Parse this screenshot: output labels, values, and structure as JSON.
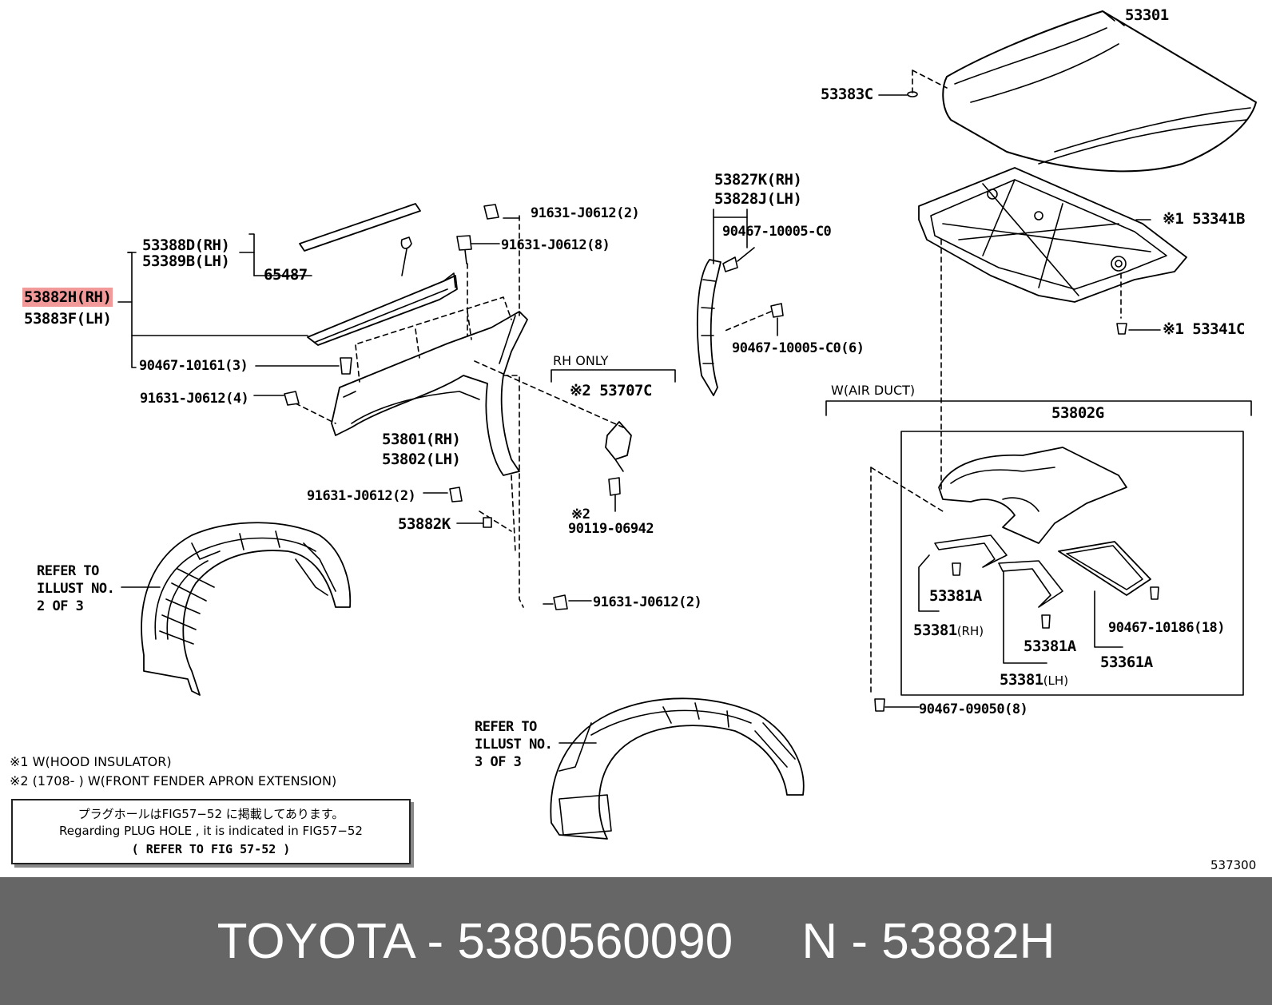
{
  "labels": {
    "p53301": "53301",
    "p53383c": "53383C",
    "p53341b": "※1 53341B",
    "p53341c": "※1 53341C",
    "p53827k": "53827K(RH)",
    "p53828j": "53828J(LH)",
    "p90467_10005_c0": "90467-10005-C0",
    "p90467_10005_c0_6": "90467-10005-C0(6)",
    "rh_only": "RH ONLY",
    "p53707c": "※2 53707C",
    "p90119_mark": "※2",
    "p90119": "90119-06942",
    "p91631_2a": "91631-J0612(2)",
    "p91631_8": "91631-J0612(8)",
    "p91631_4": "91631-J0612(4)",
    "p91631_2b": "91631-J0612(2)",
    "p91631_2c": "91631-J0612(2)",
    "p53388d": "53388D(RH)",
    "p53389b": "53389B(LH)",
    "p65487": "65487",
    "p53882h": "53882H(RH)",
    "p53883f": "53883F(LH)",
    "p90467_10161": "90467-10161(3)",
    "p53801": "53801(RH)",
    "p53802": "53802(LH)",
    "p53882k": "53882K",
    "w_air_duct": "W(AIR DUCT)",
    "p53802g": "53802G",
    "p53381a_1": "53381A",
    "p53381_rh": "53381",
    "p53381_rh_tag": "(RH)",
    "p53381a_2": "53381A",
    "p53381_lh": "53381",
    "p53381_lh_tag": "(LH)",
    "p90467_10186": "90467-10186(18)",
    "p53361a": "53361A",
    "p90467_09050": "90467-09050(8)",
    "refer1_a": "REFER TO",
    "refer1_b": "ILLUST NO.",
    "refer1_c": "2 OF 3",
    "refer2_a": "REFER TO",
    "refer2_b": "ILLUST NO.",
    "refer2_c": "3 OF 3",
    "note1": "※1 W(HOOD INSULATOR)",
    "note2": "※2 (1708-       ) W(FRONT FENDER APRON EXTENSION)",
    "figure_no": "537300"
  },
  "notice": {
    "line1": "プラグホールはFIG57−52 に掲載してあります。",
    "line2": "Regarding  PLUG HOLE , it is indicated  in  FIG57−52",
    "line3": "(    REFER TO FIG 57-52  )"
  },
  "footer": {
    "text": "TOYOTA - 5380560090     N - 53882H"
  },
  "highlight_color": "#f29a9a",
  "footer_bg": "#666666"
}
